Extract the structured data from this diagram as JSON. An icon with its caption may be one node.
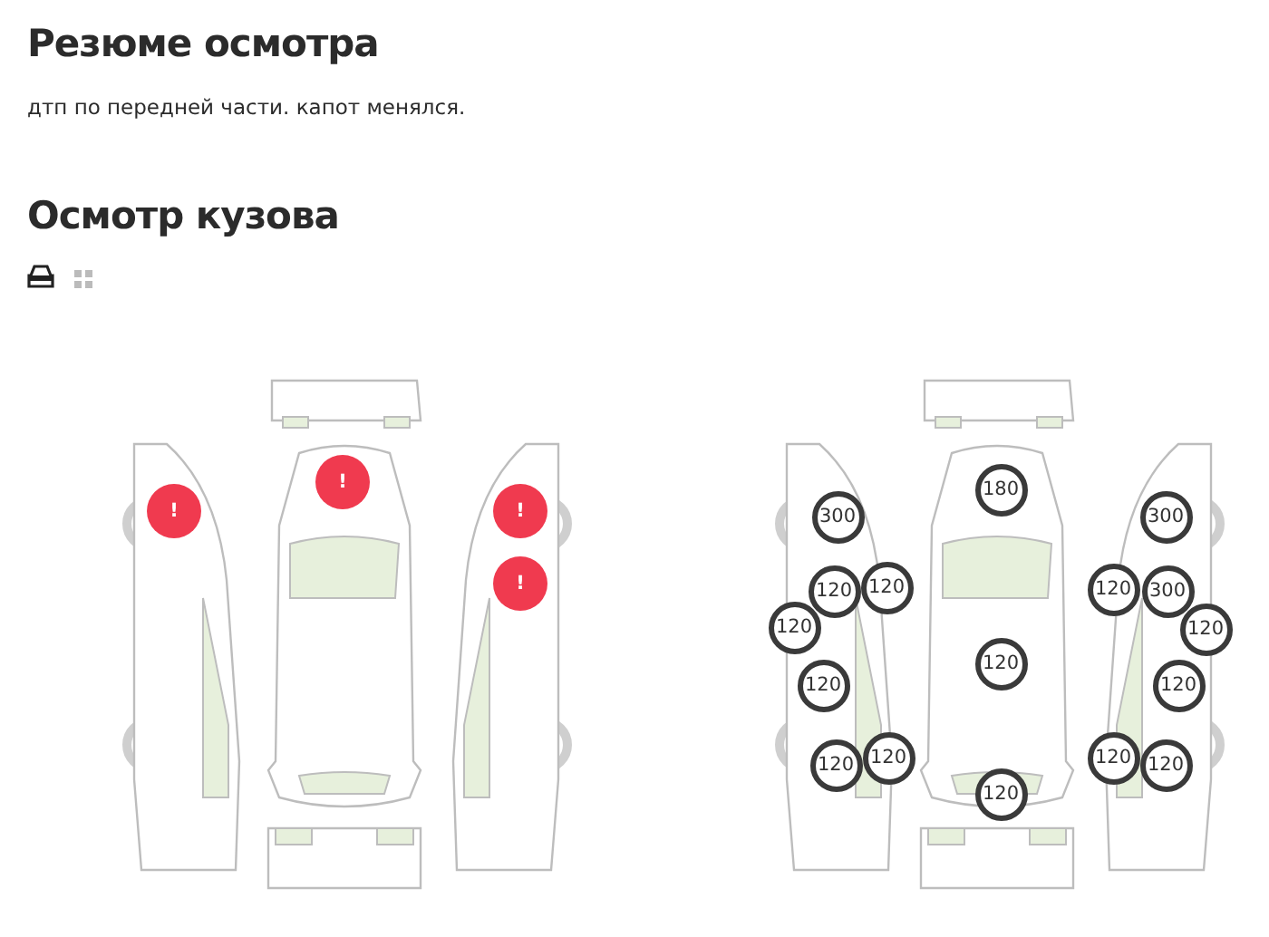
{
  "diagram": {
    "title": "Резюме осмотра",
    "nodes": [
      {
        "text": [
          "!"
        ]
      },
      {
        "text": [
          "!"
        ]
      },
      {
        "text": [
          "!"
        ]
      },
      {
        "text": [
          "!"
        ]
      },
      {
        "text": [
          "180"
        ]
      },
      {
        "text": [
          "300"
        ]
      },
      {
        "text": [
          "300"
        ]
      },
      {
        "text": [
          "120"
        ]
      },
      {
        "text": [
          "120"
        ]
      },
      {
        "text": [
          "120"
        ]
      },
      {
        "text": [
          "300"
        ]
      },
      {
        "text": [
          "120"
        ]
      },
      {
        "text": [
          "120"
        ]
      },
      {
        "text": [
          "120"
        ]
      },
      {
        "text": [
          "120"
        ]
      },
      {
        "text": [
          "120"
        ]
      },
      {
        "text": [
          "120"
        ]
      },
      {
        "text": [
          "120"
        ]
      },
      {
        "text": [
          "120"
        ]
      },
      {
        "text": [
          "120"
        ]
      },
      {
        "text": [
          "120"
        ]
      }
    ],
    "labels": [
      "дтп по передней части. капот менялся.",
      "Осмотр кузова"
    ]
  }
}
